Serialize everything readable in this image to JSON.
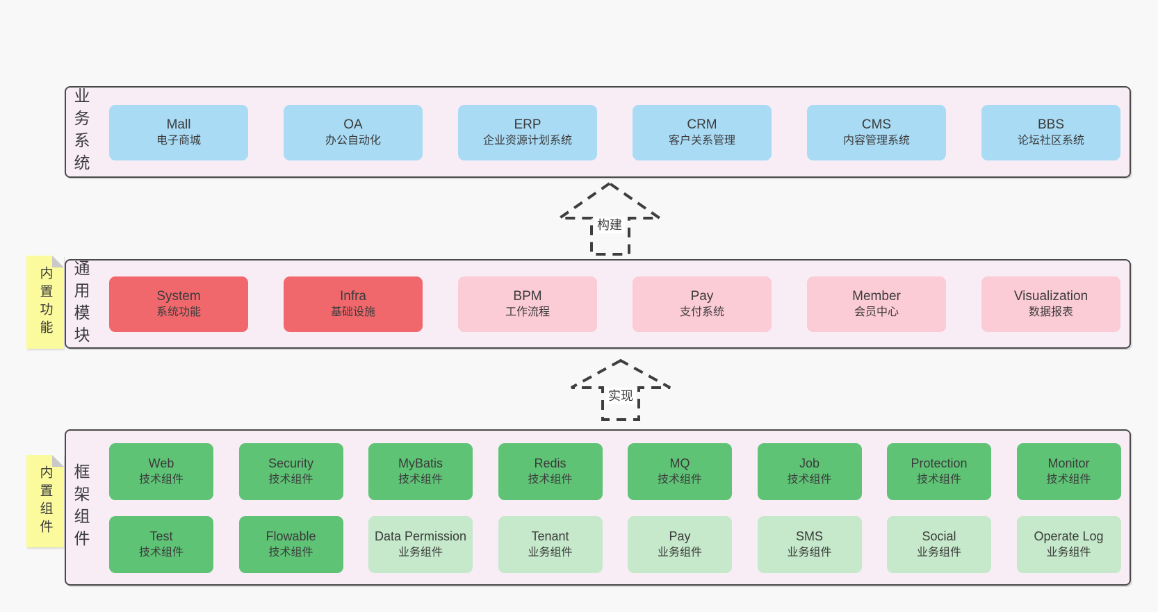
{
  "palette": {
    "page_bg": "#f8f8f8",
    "band_bg": "#f8edf5",
    "band_border": "#4a4a4a",
    "text": "#3b3b3b",
    "blue": "#a9dbf5",
    "red": "#f1686c",
    "pink": "#fbcbd6",
    "green": "#5fc376",
    "light_green": "#c5e9ca",
    "sticky_yellow": "#fbfa9d",
    "sticky_fold": "#c9c9c9",
    "arrow": "#3e3e3e"
  },
  "arrows": [
    {
      "label": "构建"
    },
    {
      "label": "实现"
    }
  ],
  "bands": [
    {
      "label": "业务系统",
      "boxes": [
        {
          "name": "Mall",
          "desc": "电子商城",
          "color": "blue"
        },
        {
          "name": "OA",
          "desc": "办公自动化",
          "color": "blue"
        },
        {
          "name": "ERP",
          "desc": "企业资源计划系统",
          "color": "blue"
        },
        {
          "name": "CRM",
          "desc": "客户关系管理",
          "color": "blue"
        },
        {
          "name": "CMS",
          "desc": "内容管理系统",
          "color": "blue"
        },
        {
          "name": "BBS",
          "desc": "论坛社区系统",
          "color": "blue"
        }
      ]
    },
    {
      "label": "通用模块",
      "sticky": "内置功能",
      "boxes": [
        {
          "name": "System",
          "desc": "系统功能",
          "color": "red"
        },
        {
          "name": "Infra",
          "desc": "基础设施",
          "color": "red"
        },
        {
          "name": "BPM",
          "desc": "工作流程",
          "color": "pink"
        },
        {
          "name": "Pay",
          "desc": "支付系统",
          "color": "pink"
        },
        {
          "name": "Member",
          "desc": "会员中心",
          "color": "pink"
        },
        {
          "name": "Visualization",
          "desc": "数据报表",
          "color": "pink"
        }
      ]
    },
    {
      "label": "框架组件",
      "sticky": "内置组件",
      "rows": [
        [
          {
            "name": "Web",
            "desc": "技术组件",
            "color": "green"
          },
          {
            "name": "Security",
            "desc": "技术组件",
            "color": "green"
          },
          {
            "name": "MyBatis",
            "desc": "技术组件",
            "color": "green"
          },
          {
            "name": "Redis",
            "desc": "技术组件",
            "color": "green"
          },
          {
            "name": "MQ",
            "desc": "技术组件",
            "color": "green"
          },
          {
            "name": "Job",
            "desc": "技术组件",
            "color": "green"
          },
          {
            "name": "Protection",
            "desc": "技术组件",
            "color": "green"
          },
          {
            "name": "Monitor",
            "desc": "技术组件",
            "color": "green"
          }
        ],
        [
          {
            "name": "Test",
            "desc": "技术组件",
            "color": "green"
          },
          {
            "name": "Flowable",
            "desc": "技术组件",
            "color": "green"
          },
          {
            "name": "Data Permission",
            "desc": "业务组件",
            "color": "light_green"
          },
          {
            "name": "Tenant",
            "desc": "业务组件",
            "color": "light_green"
          },
          {
            "name": "Pay",
            "desc": "业务组件",
            "color": "light_green"
          },
          {
            "name": "SMS",
            "desc": "业务组件",
            "color": "light_green"
          },
          {
            "name": "Social",
            "desc": "业务组件",
            "color": "light_green"
          },
          {
            "name": "Operate Log",
            "desc": "业务组件",
            "color": "light_green"
          }
        ]
      ]
    }
  ]
}
